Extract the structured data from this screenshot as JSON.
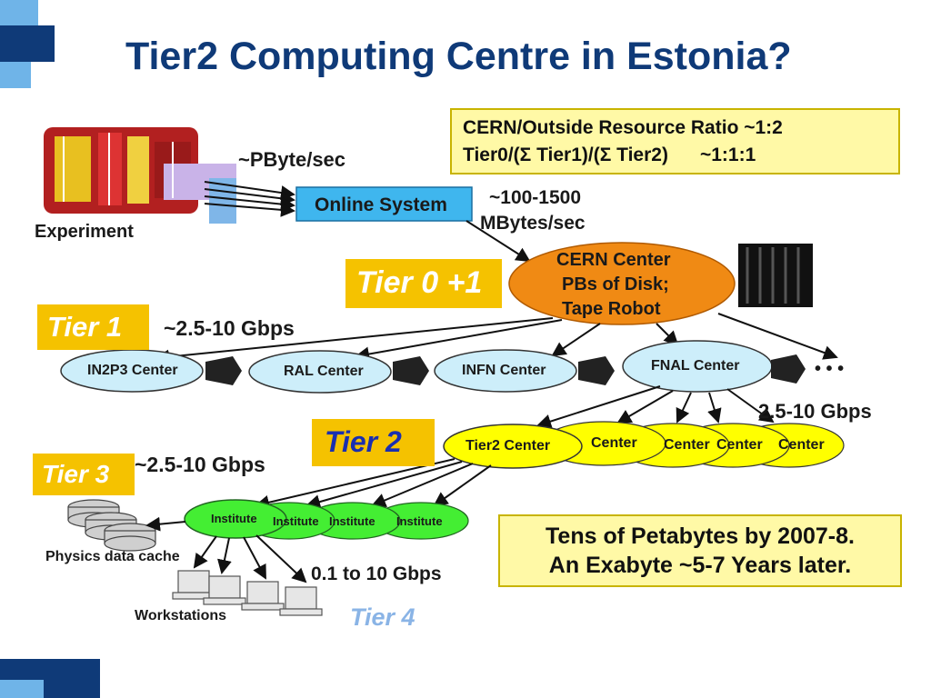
{
  "slide": {
    "title": "Tier2 Computing Centre in Estonia?"
  },
  "top_box": {
    "line1": "CERN/Outside Resource Ratio ~1:2",
    "line2": "Tier0/(Σ Tier1)/(Σ Tier2)      ~1:1:1"
  },
  "bottom_box": {
    "line1": "Tens of Petabytes by 2007-8.",
    "line2": "An Exabyte ~5-7 Years later."
  },
  "labels": {
    "experiment": "Experiment",
    "pbyte_rate": "~PByte/sec",
    "online_system": "Online System",
    "mbytes_1": "~100-1500",
    "mbytes_2": "MBytes/sec",
    "tier01": "Tier 0 +1",
    "tier1": "Tier 1",
    "tier1_rate": "~2.5-10 Gbps",
    "tier2": "Tier 2",
    "tier2_rate": "2.5-10 Gbps",
    "tier3": "Tier 3",
    "tier3_rate": "~2.5-10 Gbps",
    "physics_cache": "Physics data cache",
    "workstations": "Workstations",
    "tier4_rate": "0.1 to 10 Gbps",
    "tier4": "Tier 4",
    "ellipsis": "• • •"
  },
  "cern": {
    "line1": "CERN Center",
    "line2": "PBs of Disk;",
    "line3": "Tape Robot"
  },
  "tier1_centers": [
    "IN2P3 Center",
    "RAL Center",
    "INFN Center",
    "FNAL Center"
  ],
  "tier2_centers": {
    "main": "Tier2 Center",
    "others": [
      "Center",
      "Center",
      "Center",
      "Center"
    ]
  },
  "institutes": [
    "Institute",
    "Institute",
    "Institute",
    "Institute"
  ],
  "colors": {
    "title": "#0f3a78",
    "online_system": "#3fb6ee",
    "cern": "#f08a14",
    "tier_box": "#f5c200",
    "tier1_center": "#cdeefa",
    "tier2_center": "#ffff00",
    "institute": "#44ee33"
  }
}
